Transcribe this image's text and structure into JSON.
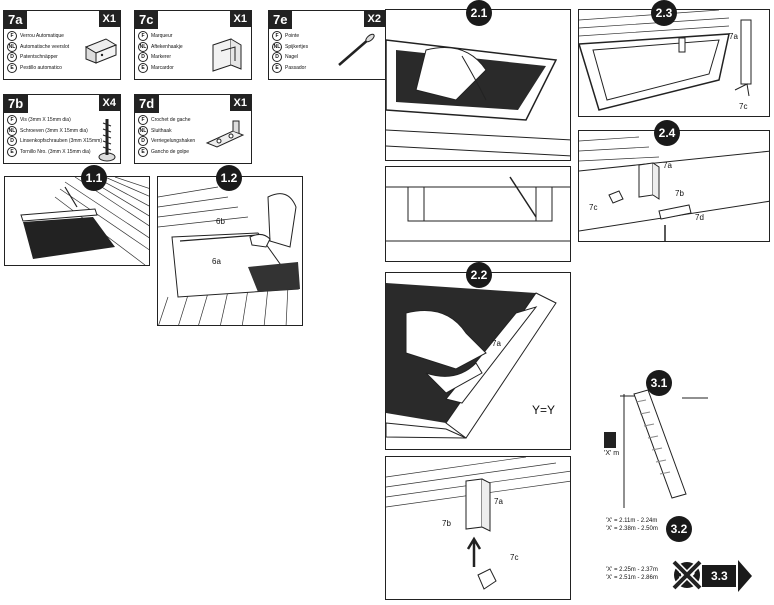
{
  "parts": [
    {
      "code": "7a",
      "qty": "X1",
      "langs": [
        [
          "F",
          "Verrou Automatique"
        ],
        [
          "NL",
          "Automatische veerslot"
        ],
        [
          "D",
          "Patentschnäpper"
        ],
        [
          "E",
          "Pestillo automatico"
        ]
      ]
    },
    {
      "code": "7c",
      "qty": "X1",
      "langs": [
        [
          "F",
          "Marqueur"
        ],
        [
          "NL",
          "Aftekenhaakje"
        ],
        [
          "D",
          "Markerer"
        ],
        [
          "E",
          "Marcardor"
        ]
      ]
    },
    {
      "code": "7e",
      "qty": "X2",
      "langs": [
        [
          "F",
          "Pointe"
        ],
        [
          "NL",
          "Spijkertjes"
        ],
        [
          "D",
          "Nagel"
        ],
        [
          "E",
          "Passador"
        ]
      ]
    },
    {
      "code": "7b",
      "qty": "X4",
      "langs": [
        [
          "F",
          "Vis (3mm X 15mm dia)"
        ],
        [
          "NL",
          "Schroeven (3mm X 15mm dia)"
        ],
        [
          "D",
          "Linsenkopfschrauben (3mm X15mm)"
        ],
        [
          "E",
          "Tornillo Nro. (3mm X 15mm dia)"
        ]
      ]
    },
    {
      "code": "7d",
      "qty": "X1",
      "langs": [
        [
          "F",
          "Crochet de gache"
        ],
        [
          "NL",
          "Sluithaak"
        ],
        [
          "D",
          "Verriegelungshaken"
        ],
        [
          "E",
          "Gancho de golpe"
        ]
      ]
    }
  ],
  "steps": {
    "s11": "1.1",
    "s12": "1.2",
    "s21": "2.1",
    "s22": "2.2",
    "s23": "2.3",
    "s24": "2.4",
    "s31": "3.1",
    "s32": "3.2",
    "s33": "3.3"
  },
  "labels": {
    "l6b": "6b",
    "l6a": "6a",
    "l7a_23": "7a",
    "l7c_23": "7c",
    "l7a_24": "7a",
    "l7b_24": "7b",
    "l7c_24": "7c",
    "l7d_24": "7d",
    "l7a_22": "7a",
    "y1": "Y",
    "y2": "Y",
    "yy": "Y=Y",
    "l7a_b": "7a",
    "l7b_b": "7b",
    "l7c_b": "7c",
    "xm": "'X' m"
  },
  "measurements": {
    "a1": "'X' = 2.11m - 2.24m",
    "a2": "'X' = 2.38m - 2.50m",
    "b1": "'X' = 2.25m - 2.37m",
    "b2": "'X' = 2.51m - 2.86m"
  }
}
